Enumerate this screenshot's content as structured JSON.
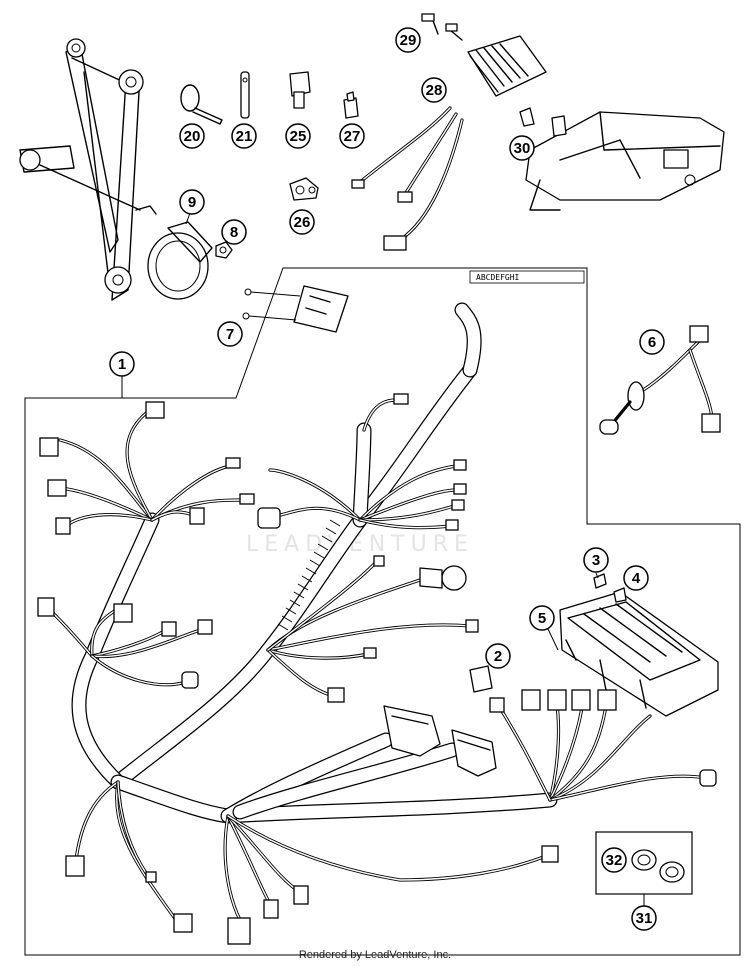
{
  "footer": {
    "rendered_by": "Rendered by LeadVenture, Inc."
  },
  "watermark": {
    "text": "LEADVENTURE"
  },
  "stamp": {
    "text": "ABCDEFGHI"
  },
  "callouts": [
    {
      "id": "1",
      "label": "1"
    },
    {
      "id": "2",
      "label": "2"
    },
    {
      "id": "3",
      "label": "3"
    },
    {
      "id": "4",
      "label": "4"
    },
    {
      "id": "5",
      "label": "5"
    },
    {
      "id": "6",
      "label": "6"
    },
    {
      "id": "7",
      "label": "7"
    },
    {
      "id": "8",
      "label": "8"
    },
    {
      "id": "9",
      "label": "9"
    },
    {
      "id": "20",
      "label": "20"
    },
    {
      "id": "21",
      "label": "21"
    },
    {
      "id": "25",
      "label": "25"
    },
    {
      "id": "26",
      "label": "26"
    },
    {
      "id": "27",
      "label": "27"
    },
    {
      "id": "28",
      "label": "28"
    },
    {
      "id": "29",
      "label": "29"
    },
    {
      "id": "30",
      "label": "30"
    },
    {
      "id": "31",
      "label": "31"
    },
    {
      "id": "32",
      "label": "32"
    }
  ]
}
